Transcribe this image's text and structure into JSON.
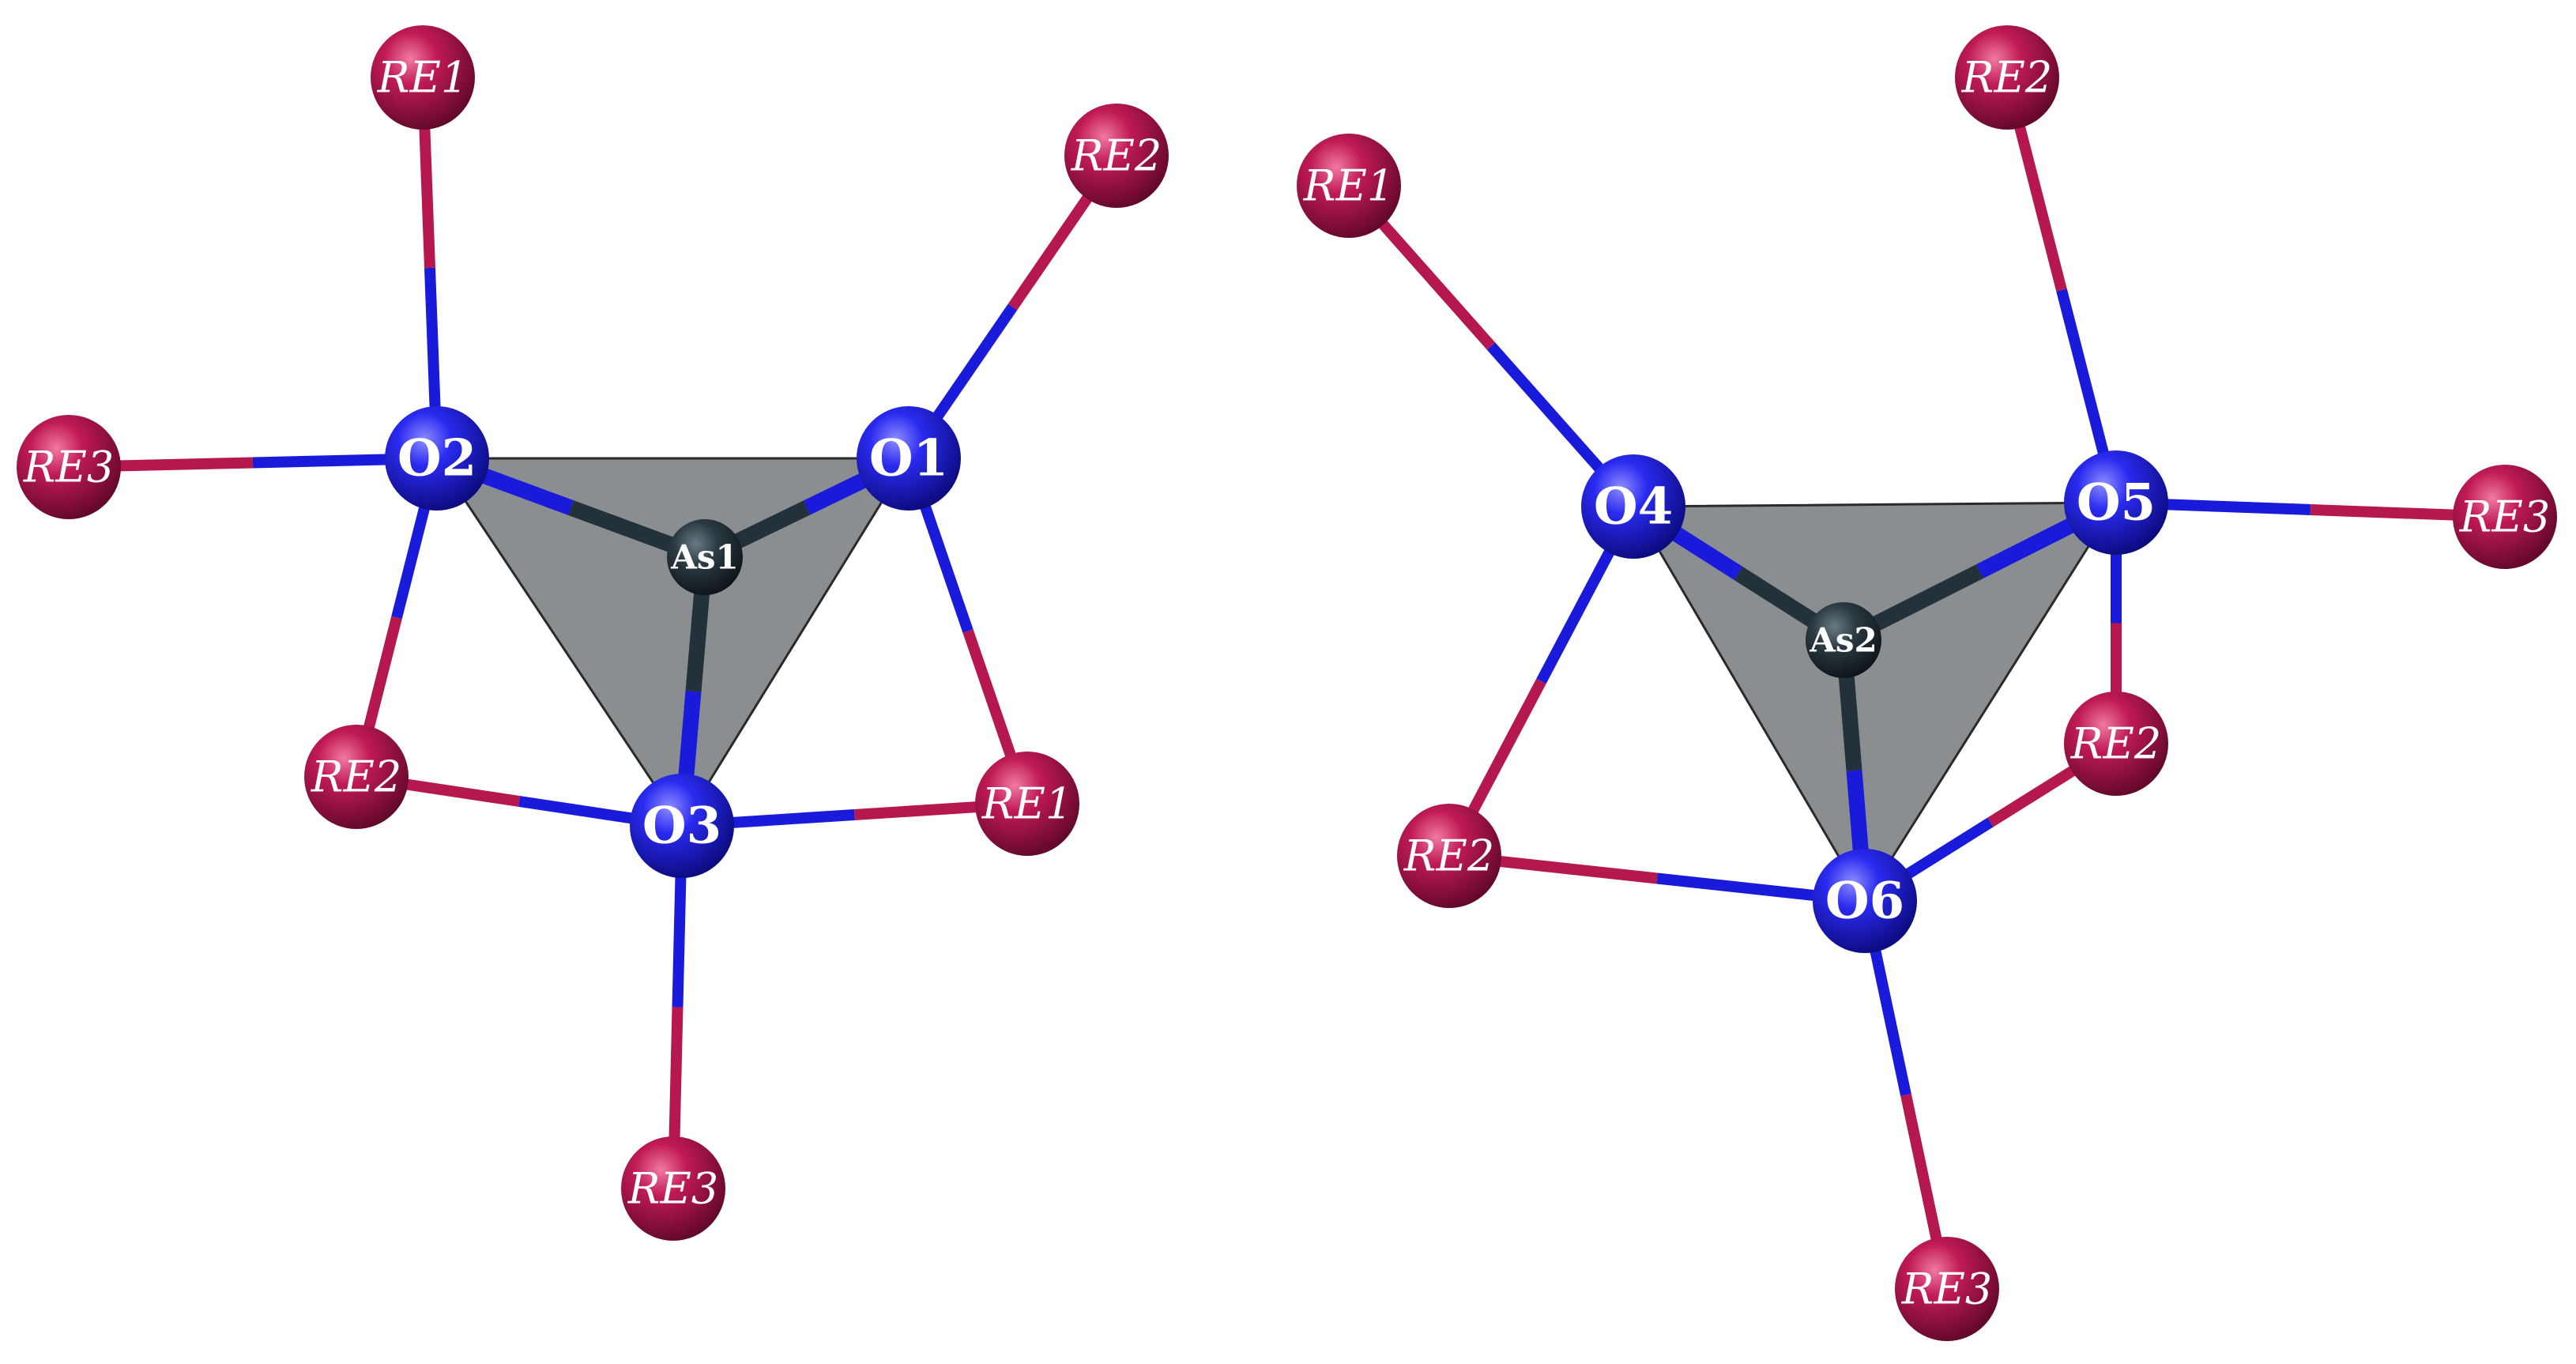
{
  "structures": [
    {
      "id": "left",
      "polyhedron": [
        "O2",
        "O1",
        "O3"
      ],
      "center": "As1",
      "atoms": [
        {
          "id": "As1",
          "label": "As1",
          "type": "as"
        },
        {
          "id": "O1",
          "label": "O1",
          "type": "o"
        },
        {
          "id": "O2",
          "label": "O2",
          "type": "o"
        },
        {
          "id": "O3",
          "label": "O3",
          "type": "o"
        },
        {
          "id": "L_RE1_top",
          "label": "RE1",
          "type": "re"
        },
        {
          "id": "L_RE2_top",
          "label": "RE2",
          "type": "re"
        },
        {
          "id": "L_RE3_left",
          "label": "RE3",
          "type": "re"
        },
        {
          "id": "L_RE2_left",
          "label": "RE2",
          "type": "re"
        },
        {
          "id": "L_RE1_right",
          "label": "RE1",
          "type": "re"
        },
        {
          "id": "L_RE3_bottom",
          "label": "RE3",
          "type": "re"
        }
      ],
      "bonds": [
        [
          "As1",
          "O1"
        ],
        [
          "As1",
          "O2"
        ],
        [
          "As1",
          "O3"
        ],
        [
          "O2",
          "L_RE1_top"
        ],
        [
          "O2",
          "L_RE3_left"
        ],
        [
          "O2",
          "L_RE2_left"
        ],
        [
          "O1",
          "L_RE2_top"
        ],
        [
          "O1",
          "L_RE1_right"
        ],
        [
          "O3",
          "L_RE2_left"
        ],
        [
          "O3",
          "L_RE1_right"
        ],
        [
          "O3",
          "L_RE3_bottom"
        ]
      ]
    },
    {
      "id": "right",
      "polyhedron": [
        "O4",
        "O5",
        "O6"
      ],
      "center": "As2",
      "atoms": [
        {
          "id": "As2",
          "label": "As2",
          "type": "as"
        },
        {
          "id": "O4",
          "label": "O4",
          "type": "o"
        },
        {
          "id": "O5",
          "label": "O5",
          "type": "o"
        },
        {
          "id": "O6",
          "label": "O6",
          "type": "o"
        },
        {
          "id": "R_RE1_top",
          "label": "RE1",
          "type": "re"
        },
        {
          "id": "R_RE2_top",
          "label": "RE2",
          "type": "re"
        },
        {
          "id": "R_RE3_right",
          "label": "RE3",
          "type": "re"
        },
        {
          "id": "R_RE2_right",
          "label": "RE2",
          "type": "re"
        },
        {
          "id": "R_RE2_left",
          "label": "RE2",
          "type": "re"
        },
        {
          "id": "R_RE3_bottom",
          "label": "RE3",
          "type": "re"
        }
      ],
      "bonds": [
        [
          "As2",
          "O4"
        ],
        [
          "As2",
          "O5"
        ],
        [
          "As2",
          "O6"
        ],
        [
          "O4",
          "R_RE1_top"
        ],
        [
          "O4",
          "R_RE2_left"
        ],
        [
          "O5",
          "R_RE2_top"
        ],
        [
          "O5",
          "R_RE3_right"
        ],
        [
          "O5",
          "R_RE2_right"
        ],
        [
          "O6",
          "R_RE2_left"
        ],
        [
          "O6",
          "R_RE2_right"
        ],
        [
          "O6",
          "R_RE3_bottom"
        ]
      ]
    }
  ],
  "colors": {
    "oxygen": "#1a1adb",
    "rare_earth": "#b5174f",
    "arsenic": "#23323a",
    "polyhedron_fill": "#8a8e90",
    "label": "#ffffff"
  }
}
